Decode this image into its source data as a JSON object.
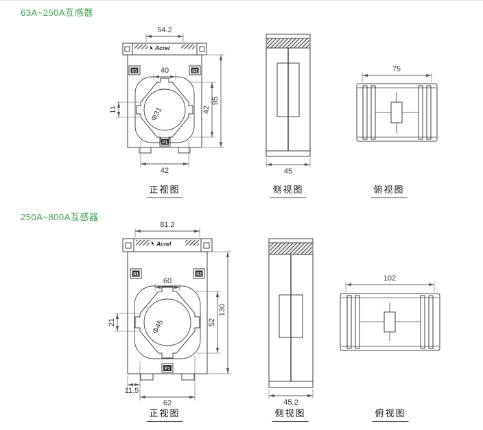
{
  "theme": {
    "accent_green": "#3aa048",
    "line_color": "#3c3c3c",
    "background": "#ffffff"
  },
  "sections": [
    {
      "title": "63A~250A互感器",
      "front": {
        "label": "正视图",
        "brand": "Acrel",
        "terminal_left": "S1",
        "terminal_right": "S2",
        "primary_mark": "P1",
        "dim_top": "54.2",
        "dim_window_top": "40",
        "dim_aperture": "Φ31",
        "dim_left": "11",
        "dim_window_height": "42",
        "dim_height": "95",
        "dim_bottom": "42"
      },
      "side": {
        "label": "侧视图",
        "dim_width": "45"
      },
      "top": {
        "label": "俯视图",
        "dim_width": "75"
      }
    },
    {
      "title": "250A~800A互感器",
      "front": {
        "label": "正视图",
        "brand": "Acrel",
        "terminal_left": "S1",
        "terminal_right": "S2",
        "primary_mark": "P1",
        "dim_top": "81.2",
        "dim_window_top": "60",
        "dim_aperture": "Φ45",
        "dim_left": "21",
        "dim_window_height": "52",
        "dim_height": "130",
        "dim_offset": "11.5",
        "dim_bottom": "62"
      },
      "side": {
        "label": "侧视图",
        "dim_width": "45.2"
      },
      "top": {
        "label": "俯视图",
        "dim_width": "102"
      }
    }
  ]
}
